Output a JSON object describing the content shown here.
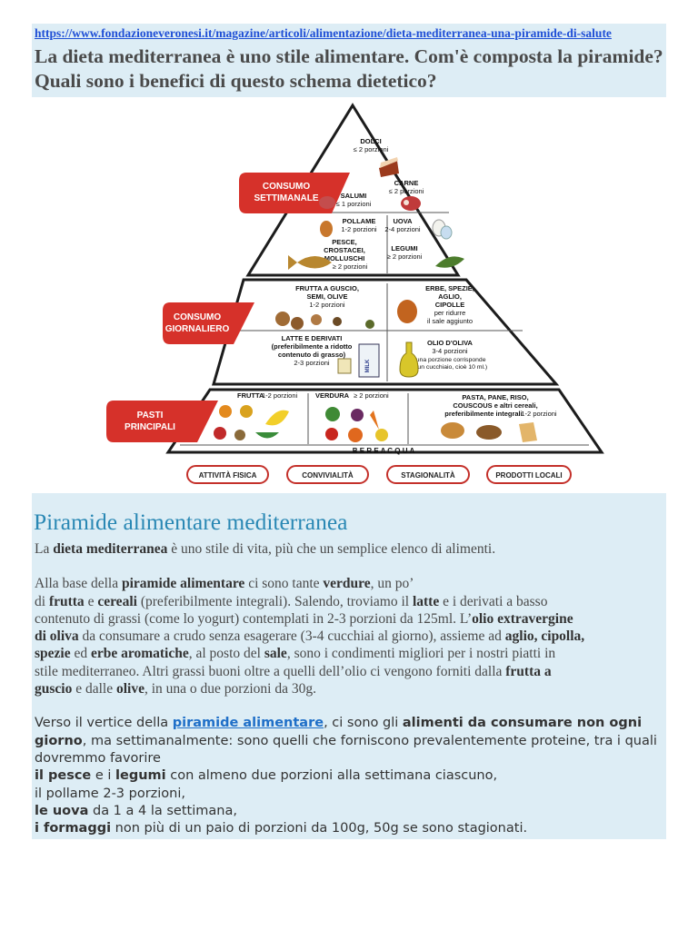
{
  "url": "https://www.fondazioneveronesi.it/magazine/articoli/alimentazione/dieta-mediterranea-una-piramide-di-salute",
  "headline": "La dieta mediterranea è uno stile alimentare. Com'è composta la piramide? Quali sono i benefici di questo schema dietetico?",
  "colors": {
    "accent": "#2a88b4",
    "brand_red": "#d6312a",
    "box": "#ddedf5",
    "link": "#1f4fd6"
  },
  "pyramid": {
    "band_labels": {
      "weekly_1": "CONSUMO",
      "weekly_2": "SETTIMANALE",
      "daily_1": "CONSUMO",
      "daily_2": "GIORNALIERO",
      "main_1": "PASTI",
      "main_2": "PRINCIPALI"
    },
    "dolci": {
      "name": "DOLCI",
      "portion": "≤ 2 porzioni"
    },
    "carne": {
      "name": "CARNE",
      "portion": "≤ 2 porzioni"
    },
    "salumi": {
      "name": "SALUMI",
      "portion": "≤ 1 porzioni"
    },
    "pollame": {
      "name": "POLLAME",
      "portion": "1-2 porzioni"
    },
    "uova": {
      "name": "UOVA",
      "portion": "2-4 porzioni"
    },
    "pesce": {
      "l1": "PESCE,",
      "l2": "CROSTACEI,",
      "l3": "MOLLUSCHI",
      "portion": "≥ 2 porzioni"
    },
    "legumi": {
      "name": "LEGUMI",
      "portion": "≥ 2 porzioni"
    },
    "frutta_guscio": {
      "l1": "FRUTTA A GUSCIO,",
      "l2": "SEMI, OLIVE",
      "portion": "1-2 porzioni"
    },
    "erbe": {
      "l1": "ERBE, SPEZIE,",
      "l2": "AGLIO,",
      "l3": "CIPOLLE",
      "n1": "per ridurre",
      "n2": "il sale aggiunto"
    },
    "latte": {
      "l1": "LATTE E DERIVATI",
      "l2": "(preferibilmente a ridotto",
      "l3": "contenuto di grasso)",
      "portion": "2-3 porzioni"
    },
    "olio": {
      "name": "OLIO D'OLIVA",
      "portion": "3-4 porzioni",
      "n1": "(una porzione corrisponde",
      "n2": "a un cucchiaio, cioè 10 ml.)"
    },
    "milk": "MILK",
    "frutta": {
      "name": "FRUTTA",
      "portion": "1-2 porzioni"
    },
    "verdura": {
      "name": "VERDURA",
      "portion": "≥ 2 porzioni"
    },
    "pasta": {
      "l1": "PASTA, PANE, RISO,",
      "l2": "COUSCOUS e altri cereali,",
      "l3": "preferibilmente integrali",
      "portion": "1-2 porzioni"
    },
    "bere_acqua": "B E R E     A C Q U A",
    "pills": [
      "ATTIVITÀ FISICA",
      "CONVIVIALITÀ",
      "STAGIONALITÀ",
      "PRODOTTI LOCALI"
    ]
  },
  "section": {
    "title": "Piramide alimentare mediterranea",
    "p1": {
      "a": "La ",
      "b": "dieta mediterranea",
      "c": " è uno stile di vita, più che un semplice elenco di alimenti."
    },
    "p2": {
      "t1": "Alla base della ",
      "b1": "piramide alimentare",
      "t2": " ci sono tante ",
      "b2": "verdure",
      "t3": ", un po’",
      "t4": "di ",
      "b3": "frutta",
      "t5": " e ",
      "b4": "cereali",
      "t6": " (preferibilmente integrali). Salendo, troviamo il ",
      "b5": "latte",
      "t7": " e i derivati a basso",
      "t8": "contenuto di grassi (come lo yogurt) contemplati in 2-3 porzioni da 125ml. L’",
      "b6": "olio extravergine",
      "b7": "di oliva",
      "t9": " da consumare a crudo senza esagerare (3-4 cucchiai al giorno), assieme ad ",
      "b8": "aglio, cipolla,",
      "b9": "spezie",
      "t10": " ed ",
      "b10": "erbe aromatiche",
      "t11": ", al posto del ",
      "b11": "sale",
      "t12": ", sono i condimenti migliori per i nostri piatti in",
      "t13": "stile mediterraneo. Altri grassi buoni oltre a quelli dell’olio ci vengono forniti dalla ",
      "b12": "frutta a",
      "b13": "guscio",
      "t14": " e dalle ",
      "b14": "olive",
      "t15": ", in una o due porzioni da 30g."
    },
    "p3": {
      "t1": "Verso il vertice della ",
      "link": "piramide alimentare",
      "t2": ", ci sono gli ",
      "b1": "alimenti da consumare non ogni",
      "b2": "giorno",
      "t3": ", ma settimanalmente: sono quelli che forniscono prevalentemente proteine, tra i quali",
      "t4": "dovremmo favorire",
      "b3": "il pesce",
      "t5": " e i ",
      "b4": "legumi",
      "t6": " con almeno due porzioni alla settimana ciascuno,",
      "t7": "il pollame 2-3 porzioni,",
      "b5": "le uova",
      "t8": " da 1 a 4 la settimana,",
      "b6": " i formaggi",
      "t9": " non più di un paio di porzioni da 100g, 50g se sono stagionati."
    }
  }
}
